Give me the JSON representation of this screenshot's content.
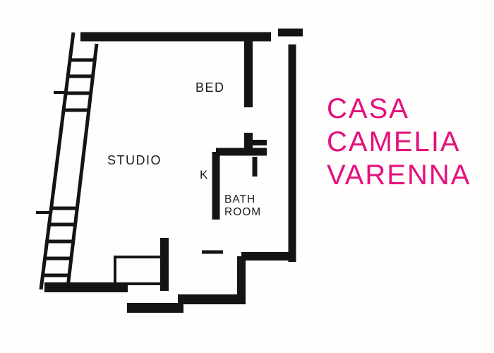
{
  "title": {
    "lines": [
      "CASA",
      "CAMELIA",
      "VARENNA"
    ],
    "color": "#e5107d"
  },
  "plan": {
    "labels": {
      "studio": "STUDIO",
      "bed": "BED",
      "kitchen": "K",
      "bath_line1": "BATH",
      "bath_line2": "ROOM"
    },
    "wall_color": "#141414"
  }
}
